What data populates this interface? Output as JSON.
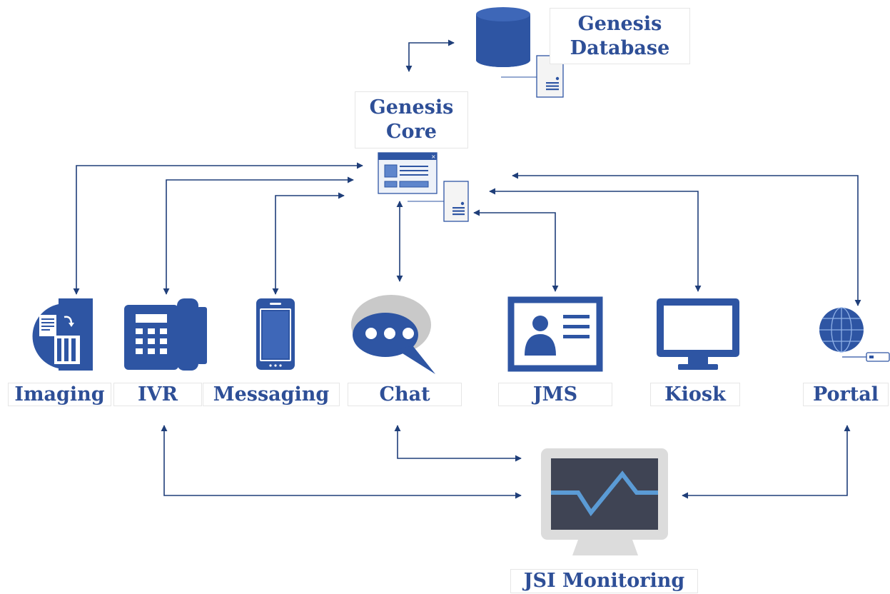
{
  "colors": {
    "primary_blue": "#2e55a3",
    "dark_blue": "#23418a",
    "label_text": "#2e4f97",
    "light_gray": "#dcdcdc",
    "screen_dark": "#3f4454",
    "signal_line": "#5b9bd5",
    "arrow": "#1f3e79"
  },
  "labels": {
    "genesis_database": [
      "Genesis",
      "Database"
    ],
    "genesis_core": [
      "Genesis",
      "Core"
    ],
    "imaging": "Imaging",
    "ivr": "IVR",
    "messaging": "Messaging",
    "chat": "Chat",
    "jms": "JMS",
    "kiosk": "Kiosk",
    "portal": "Portal",
    "jsi_monitoring": "JSI Monitoring"
  },
  "icons": {
    "database": "database-cylinder-icon",
    "server": "server-tower-icon",
    "core": "application-window-icon",
    "imaging": "document-imaging-icon",
    "ivr": "desk-phone-icon",
    "messaging": "smartphone-icon",
    "chat": "chat-bubbles-icon",
    "jms": "id-card-icon",
    "kiosk": "monitor-icon",
    "portal": "globe-network-icon",
    "monitoring": "monitoring-screen-icon"
  }
}
